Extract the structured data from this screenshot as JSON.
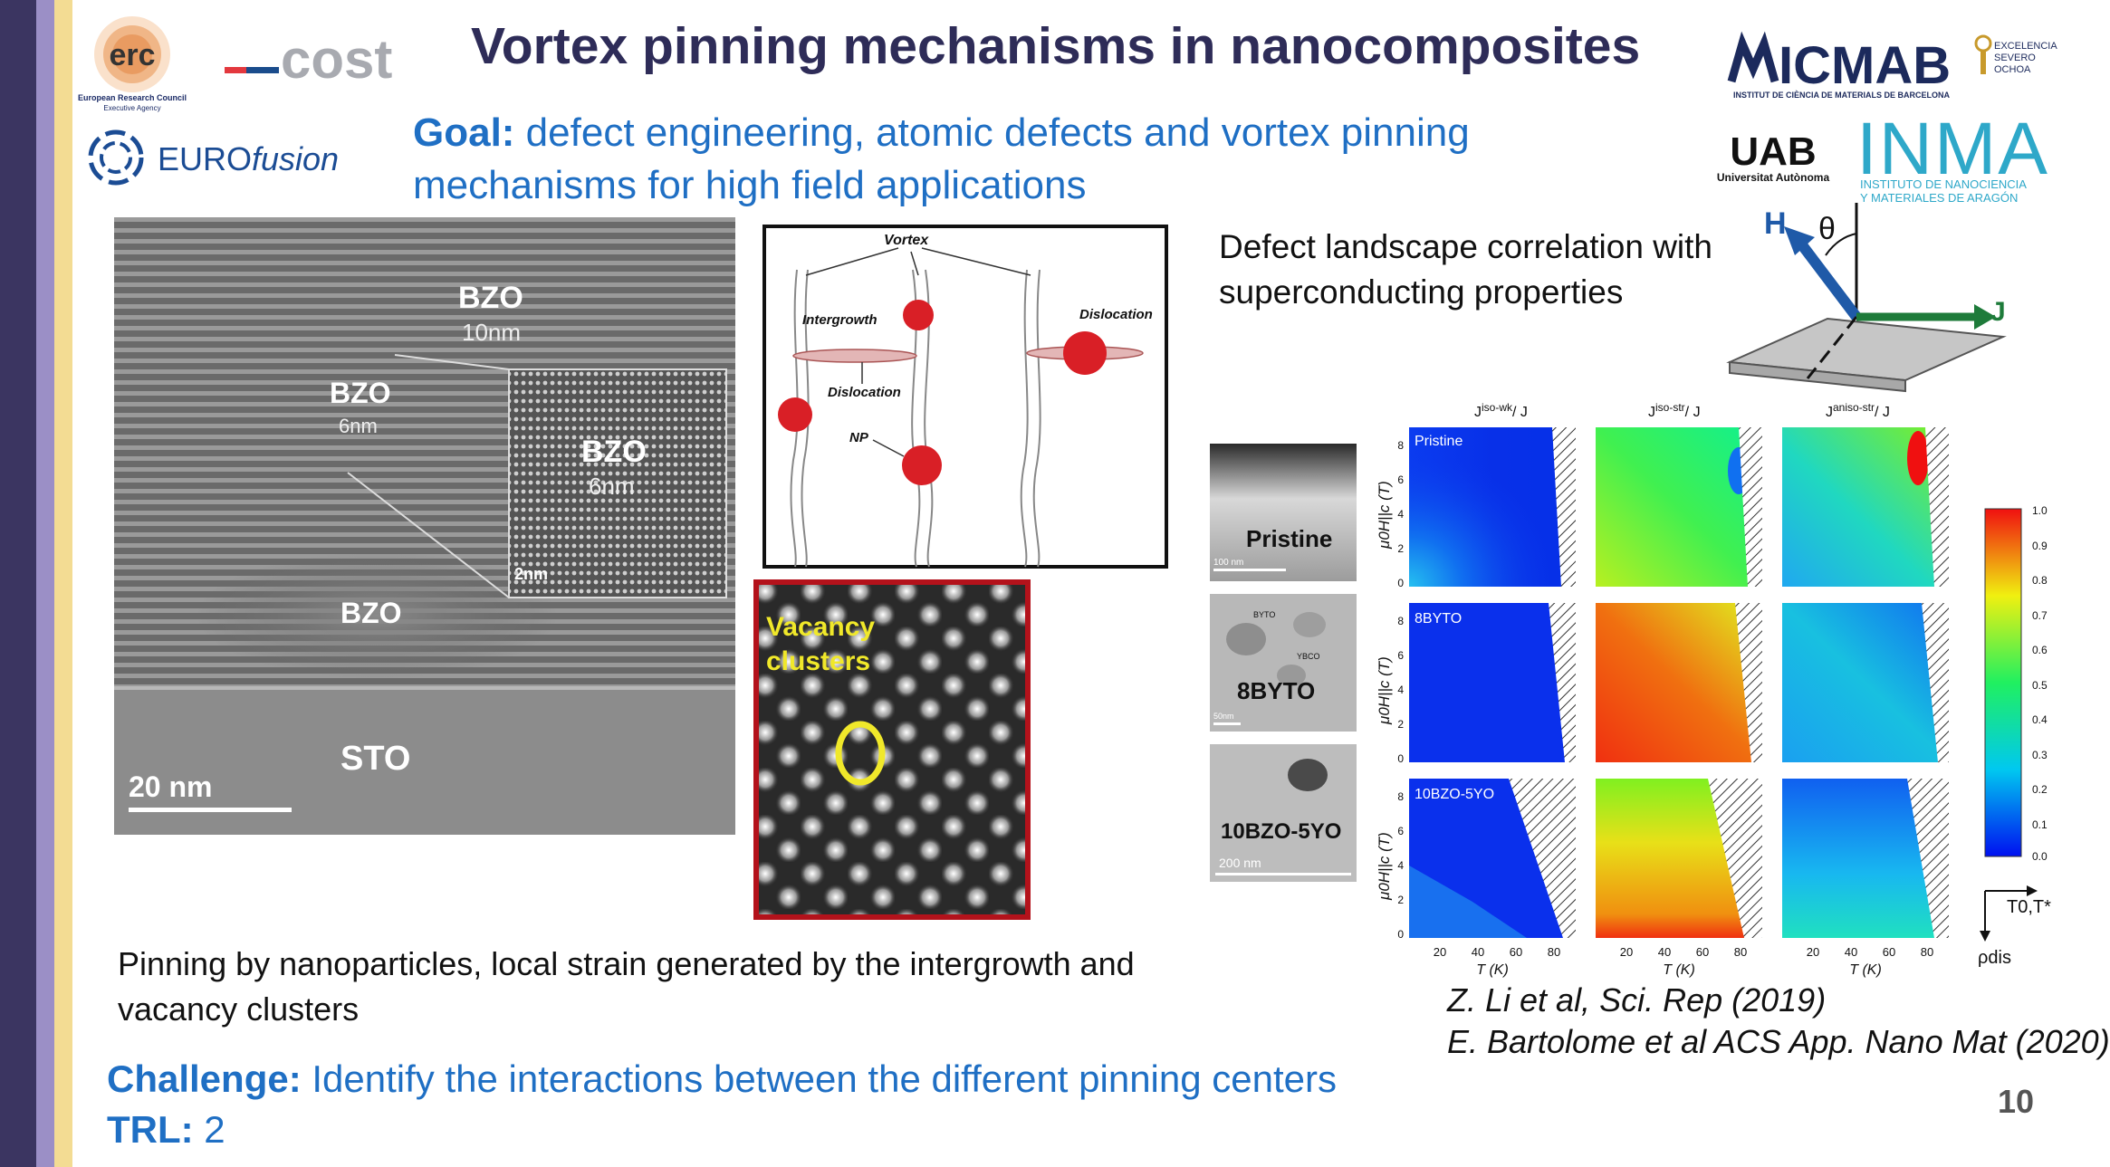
{
  "slide": {
    "title": "Vortex pinning mechanisms in nanocomposites",
    "goal_label": "Goal:",
    "goal_text": " defect engineering, atomic defects and vortex pinning mechanisms for high field applications",
    "defect_text": "Defect landscape correlation with superconducting properties",
    "pinning_text": "Pinning by nanoparticles, local strain generated by the intergrowth and vacancy clusters",
    "challenge_label": "Challenge:",
    "challenge_text": " Identify the interactions between the different pinning centers",
    "trl_label": "TRL:",
    "trl_value": " 2",
    "ref1": "Z. Li et al, Sci. Rep (2019)",
    "ref2": "E. Bartolome et al ACS App. Nano Mat (2020)",
    "page_number": "10"
  },
  "logos": {
    "erc": "erc",
    "erc_sub1": "European Research Council",
    "erc_sub2": "Executive Agency",
    "cost": "cost",
    "eurofusion_a": "EURO",
    "eurofusion_b": "fusion",
    "icmab": "ICMAB",
    "icmab_sub": "INSTITUT DE CIÈNCIA DE MATERIALS DE BARCELONA",
    "severo1": "EXCELENCIA",
    "severo2": "SEVERO",
    "severo3": "OCHOA",
    "uab": "UAB",
    "uab_sub": "Universitat Autònoma",
    "inma": "INMA",
    "inma_sub1": "INSTITUTO DE NANOCIENCIA",
    "inma_sub2": "Y MATERIALES DE ARAGÓN"
  },
  "tem": {
    "bzo10": "BZO",
    "bzo10_size": "10nm",
    "bzo6": "BZO",
    "bzo6_size": "6nm",
    "inset_bzo": "BZO",
    "inset_size": "6nm",
    "inset_scale": "2nm",
    "bzo": "BZO",
    "sto": "STO",
    "scale": "20 nm"
  },
  "vortex": {
    "vortex": "Vortex",
    "intergrowth": "Intergrowth",
    "dislocation1": "Dislocation",
    "dislocation2": "Dislocation",
    "np": "NP"
  },
  "vacancy": {
    "line1": "Vacancy",
    "line2": "clusters"
  },
  "geometry_labels": {
    "h": "H",
    "theta": "θ",
    "j": "J"
  },
  "samples": [
    {
      "label": "Pristine",
      "scale": "100 nm"
    },
    {
      "label": "8BYTO",
      "scale": "50nm",
      "sub1": "BYTO",
      "sub2": "YBCO"
    },
    {
      "label": "10BZO-5YO",
      "scale": "200 nm"
    }
  ],
  "maps": {
    "col_titles": [
      "J",
      "J",
      "J"
    ],
    "col_sup": [
      "iso-wk",
      "iso-str",
      "aniso-str"
    ],
    "col_suffix": [
      "/ J",
      "/ J",
      "/ J"
    ],
    "row_labels": [
      "Pristine",
      "8BYTO",
      "10BZO-5YO"
    ],
    "ylabel": "μ0H||c (T)",
    "xlabel": "T (K)",
    "y_ticks": [
      "0",
      "2",
      "4",
      "6",
      "8"
    ],
    "x_ticks": [
      "20",
      "40",
      "60",
      "80"
    ],
    "colorbar_ticks": [
      "1.0",
      "0.9",
      "0.8",
      "0.7",
      "0.6",
      "0.5",
      "0.4",
      "0.3",
      "0.2",
      "0.1",
      "0.0"
    ],
    "axis_t": "T0,T*",
    "axis_rho": "ρdis"
  },
  "colors": {
    "title": "#2e2c58",
    "accent": "#1f6fc4",
    "stripe_dark": "#3b3561",
    "stripe_mid": "#9b8fc6",
    "stripe_light": "#f3dc93",
    "vacancy_frame": "#b3121b",
    "vacancy_text": "#f0e82a"
  }
}
